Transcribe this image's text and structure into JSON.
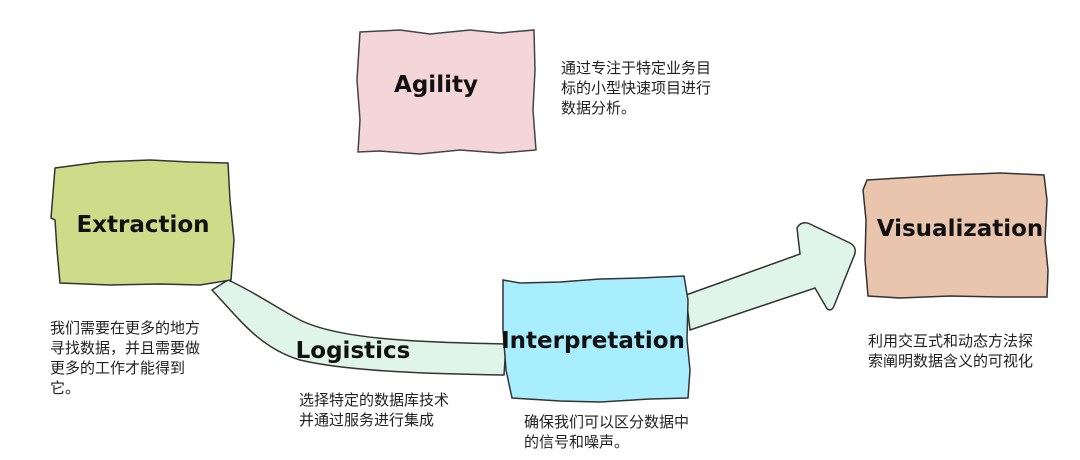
{
  "diagram": {
    "stages": {
      "extraction": {
        "title": "Extraction",
        "color": "#cedb88",
        "description": [
          "我们需要在更多的地方",
          "寻找数据，并且需要做",
          "更多的工作才能得到",
          "它。"
        ]
      },
      "logistics": {
        "title": "Logistics",
        "color": "#e0f5e9",
        "description": [
          "选择特定的数据库技术",
          "并通过服务进行集成"
        ]
      },
      "interpretation": {
        "title": "Interpretation",
        "color": "#a9eefe",
        "description": [
          "确保我们可以区分数据中",
          "的信号和噪声。"
        ]
      },
      "visualization": {
        "title": "Visualization",
        "color": "#e9c5ae",
        "description": [
          "利用交互式和动态方法探",
          "索阐明数据含义的可视化"
        ]
      },
      "agility": {
        "title": "Agility",
        "color": "#f4d6d8",
        "description": [
          "通过专注于特定业务目",
          "标的小型快速项目进行",
          "数据分析。"
        ]
      }
    }
  }
}
